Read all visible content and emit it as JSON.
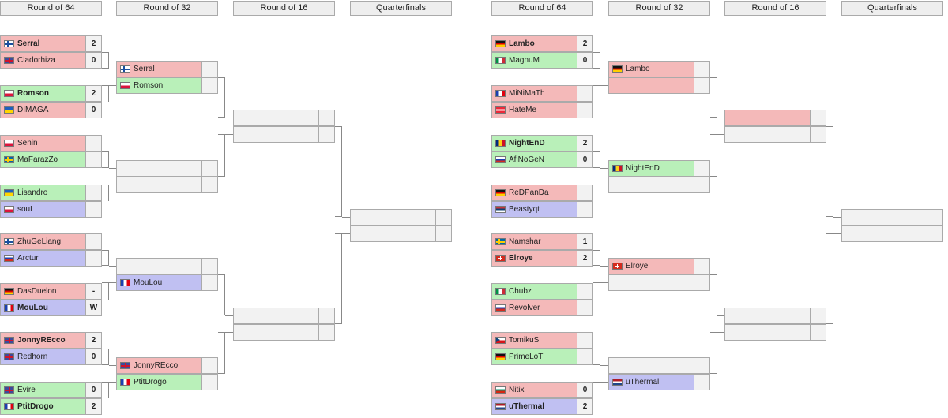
{
  "rounds": {
    "left": [
      "Round of 64",
      "Round of 32",
      "Round of 16",
      "Quarterfinals"
    ],
    "right": [
      "Round of 64",
      "Round of 32",
      "Round of 16",
      "Quarterfinals"
    ]
  },
  "left_r64": [
    {
      "name": "Serral",
      "flag": "fi",
      "score": "2",
      "status": "lose",
      "bold": true
    },
    {
      "name": "Cladorhiza",
      "flag": "gb",
      "score": "0",
      "status": "lose",
      "bold": false
    },
    {
      "name": "Romson",
      "flag": "pl",
      "score": "2",
      "status": "win",
      "bold": true
    },
    {
      "name": "DIMAGA",
      "flag": "ua",
      "score": "0",
      "status": "lose",
      "bold": false
    },
    {
      "name": "Senin",
      "flag": "pl",
      "score": "",
      "status": "lose",
      "bold": false
    },
    {
      "name": "MaFarazZo",
      "flag": "se",
      "score": "",
      "status": "win",
      "bold": false
    },
    {
      "name": "Lisandro",
      "flag": "ua",
      "score": "",
      "status": "win",
      "bold": false
    },
    {
      "name": "souL",
      "flag": "pl",
      "score": "",
      "status": "blue",
      "bold": false
    },
    {
      "name": "ZhuGeLiang",
      "flag": "fi",
      "score": "",
      "status": "lose",
      "bold": false
    },
    {
      "name": "Arctur",
      "flag": "ru",
      "score": "",
      "status": "blue",
      "bold": false
    },
    {
      "name": "DasDuelon",
      "flag": "de",
      "score": "-",
      "status": "lose",
      "bold": false
    },
    {
      "name": "MouLou",
      "flag": "fr",
      "score": "W",
      "status": "blue",
      "bold": true
    },
    {
      "name": "JonnyREcco",
      "flag": "gb",
      "score": "2",
      "status": "lose",
      "bold": true
    },
    {
      "name": "Redhorn",
      "flag": "gb",
      "score": "0",
      "status": "blue",
      "bold": false
    },
    {
      "name": "Evire",
      "flag": "gb",
      "score": "0",
      "status": "win",
      "bold": false
    },
    {
      "name": "PtitDrogo",
      "flag": "fr",
      "score": "2",
      "status": "win",
      "bold": true
    }
  ],
  "left_r32": [
    {
      "name": "Serral",
      "flag": "fi",
      "score": "",
      "status": "lose",
      "bold": false
    },
    {
      "name": "Romson",
      "flag": "pl",
      "score": "",
      "status": "win",
      "bold": false
    },
    {
      "name": "",
      "flag": "",
      "score": "",
      "status": "empty",
      "bold": false
    },
    {
      "name": "",
      "flag": "",
      "score": "",
      "status": "empty",
      "bold": false
    },
    {
      "name": "",
      "flag": "",
      "score": "",
      "status": "empty",
      "bold": false
    },
    {
      "name": "MouLou",
      "flag": "fr",
      "score": "",
      "status": "blue",
      "bold": false
    },
    {
      "name": "JonnyREcco",
      "flag": "gb",
      "score": "",
      "status": "lose",
      "bold": false
    },
    {
      "name": "PtitDrogo",
      "flag": "fr",
      "score": "",
      "status": "win",
      "bold": false
    }
  ],
  "right_r64": [
    {
      "name": "Lambo",
      "flag": "de",
      "score": "2",
      "status": "lose",
      "bold": true
    },
    {
      "name": "MagnuM",
      "flag": "it",
      "score": "0",
      "status": "win",
      "bold": false
    },
    {
      "name": "MiNiMaTh",
      "flag": "fr",
      "score": "",
      "status": "lose",
      "bold": false
    },
    {
      "name": "HateMe",
      "flag": "at",
      "score": "",
      "status": "lose",
      "bold": false
    },
    {
      "name": "NightEnD",
      "flag": "ro",
      "score": "2",
      "status": "win",
      "bold": true
    },
    {
      "name": "AfiNoGeN",
      "flag": "ru",
      "score": "0",
      "status": "win",
      "bold": false
    },
    {
      "name": "ReDPanDa",
      "flag": "de",
      "score": "",
      "status": "lose",
      "bold": false
    },
    {
      "name": "Beastyqt",
      "flag": "rs",
      "score": "",
      "status": "blue",
      "bold": false
    },
    {
      "name": "Namshar",
      "flag": "se",
      "score": "1",
      "status": "lose",
      "bold": false
    },
    {
      "name": "Elroye",
      "flag": "ch",
      "score": "2",
      "status": "lose",
      "bold": true
    },
    {
      "name": "Chubz",
      "flag": "it",
      "score": "",
      "status": "win",
      "bold": false
    },
    {
      "name": "Revolver",
      "flag": "ru",
      "score": "",
      "status": "lose",
      "bold": false
    },
    {
      "name": "TomikuS",
      "flag": "cz",
      "score": "",
      "status": "lose",
      "bold": false
    },
    {
      "name": "PrimeLoT",
      "flag": "de",
      "score": "",
      "status": "win",
      "bold": false
    },
    {
      "name": "Nitix",
      "flag": "bg",
      "score": "0",
      "status": "lose",
      "bold": false
    },
    {
      "name": "uThermal",
      "flag": "nl",
      "score": "2",
      "status": "blue",
      "bold": true
    }
  ],
  "right_r32": [
    {
      "name": "Lambo",
      "flag": "de",
      "score": "",
      "status": "lose",
      "bold": false
    },
    {
      "name": "",
      "flag": "",
      "score": "",
      "status": "lose",
      "bold": false
    },
    {
      "name": "NightEnD",
      "flag": "ro",
      "score": "",
      "status": "win",
      "bold": false
    },
    {
      "name": "",
      "flag": "",
      "score": "",
      "status": "empty",
      "bold": false
    },
    {
      "name": "Elroye",
      "flag": "ch",
      "score": "",
      "status": "lose",
      "bold": false
    },
    {
      "name": "",
      "flag": "",
      "score": "",
      "status": "empty",
      "bold": false
    },
    {
      "name": "",
      "flag": "",
      "score": "",
      "status": "empty",
      "bold": false
    },
    {
      "name": "uThermal",
      "flag": "nl",
      "score": "",
      "status": "blue",
      "bold": false
    }
  ],
  "right_r16_status": [
    "lose",
    "empty",
    "empty",
    "empty"
  ]
}
